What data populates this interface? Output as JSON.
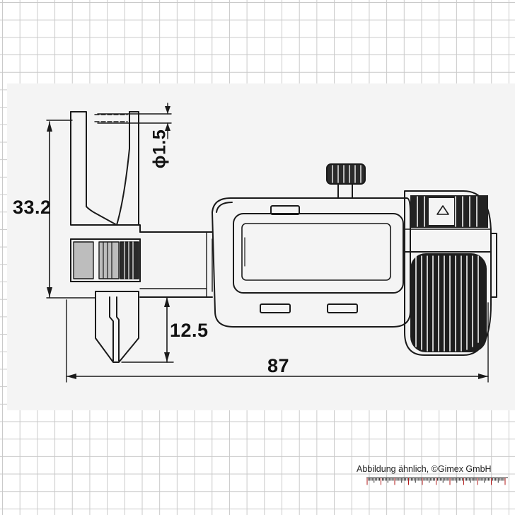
{
  "dimensions": {
    "height": "33.2",
    "anvil_diameter": "ϕ1.5",
    "tip_length": "12.5",
    "total_length": "87"
  },
  "copyright": "Abbildung ähnlich, ©Gimex GmbH",
  "icons": [
    "spindle-arrow-up-icon",
    "ruler-scale-icon"
  ]
}
